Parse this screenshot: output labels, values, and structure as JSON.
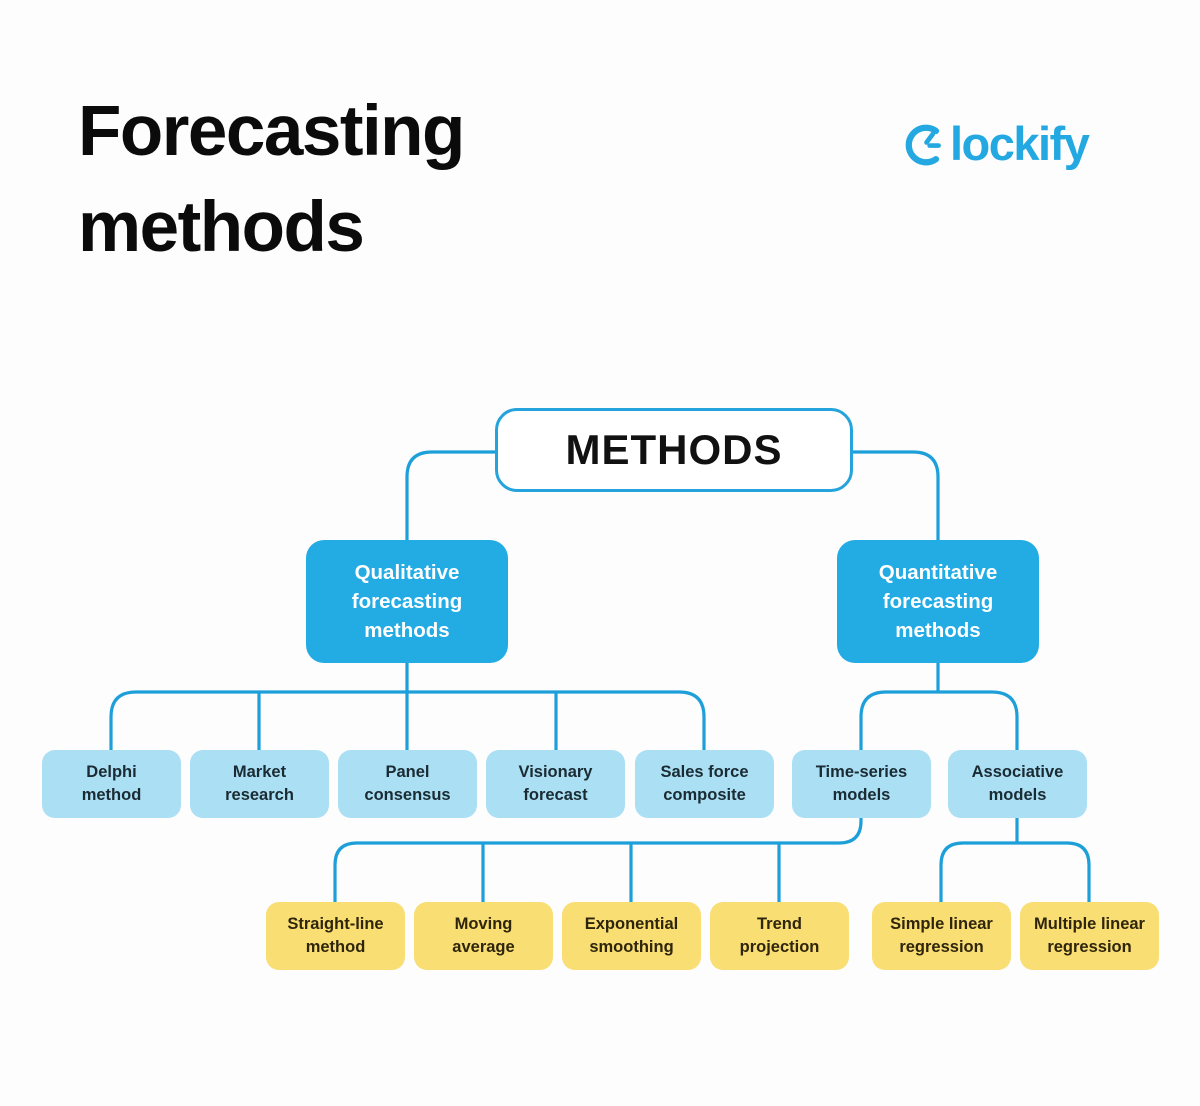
{
  "title": {
    "lines": [
      "Forecasting",
      "methods"
    ]
  },
  "logo": {
    "brand": "Clockify",
    "wordmark_text": "lockify",
    "icon": "clock-c-icon",
    "color": "#24a8e1"
  },
  "diagram": {
    "root": {
      "label": "METHODS"
    },
    "level1": [
      {
        "id": "qualitative",
        "label": [
          "Qualitative",
          "forecasting",
          "methods"
        ]
      },
      {
        "id": "quantitative",
        "label": [
          "Quantitative",
          "forecasting",
          "methods"
        ]
      }
    ],
    "level2": [
      {
        "parent": "qualitative",
        "label": [
          "Delphi",
          "method"
        ]
      },
      {
        "parent": "qualitative",
        "label": [
          "Market",
          "research"
        ]
      },
      {
        "parent": "qualitative",
        "label": [
          "Panel",
          "consensus"
        ]
      },
      {
        "parent": "qualitative",
        "label": [
          "Visionary",
          "forecast"
        ]
      },
      {
        "parent": "qualitative",
        "label": [
          "Sales force",
          "composite"
        ]
      },
      {
        "parent": "quantitative",
        "label": [
          "Time-series",
          "models"
        ]
      },
      {
        "parent": "quantitative",
        "label": [
          "Associative",
          "models"
        ]
      }
    ],
    "level3": [
      {
        "parent": "time-series",
        "label": [
          "Straight-line",
          "method"
        ]
      },
      {
        "parent": "time-series",
        "label": [
          "Moving",
          "average"
        ]
      },
      {
        "parent": "time-series",
        "label": [
          "Exponential",
          "smoothing"
        ]
      },
      {
        "parent": "time-series",
        "label": [
          "Trend",
          "projection"
        ]
      },
      {
        "parent": "associative",
        "label": [
          "Simple linear",
          "regression"
        ]
      },
      {
        "parent": "associative",
        "label": [
          "Multiple linear",
          "regression"
        ]
      }
    ],
    "colors": {
      "line_blue": "#1d9fd9",
      "node_blue": "#23abe4",
      "node_light_blue": "#abdff4",
      "node_yellow": "#f8de73",
      "root_border": "#24a3dc",
      "background": "#fdfdfd"
    }
  }
}
